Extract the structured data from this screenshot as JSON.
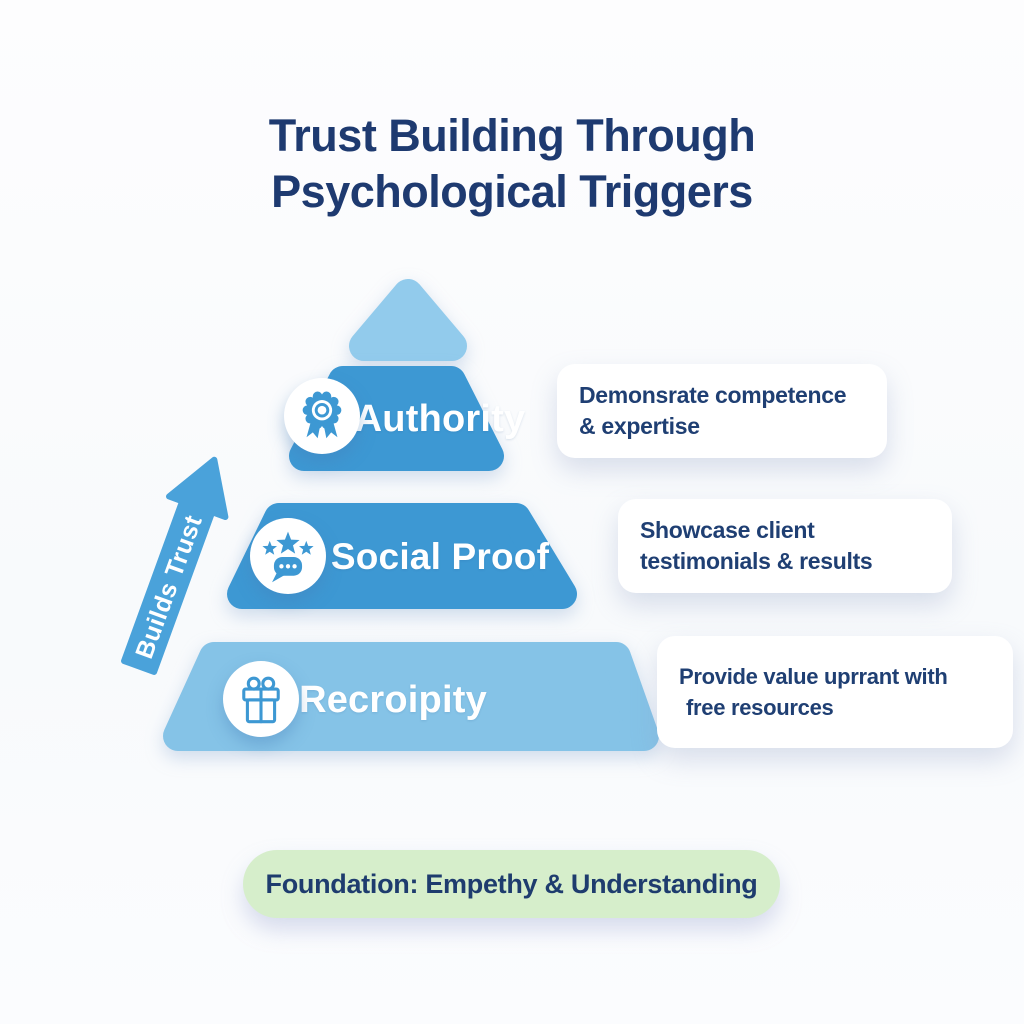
{
  "title": {
    "line1": "Trust Building Through",
    "line2": "Psychological Triggers"
  },
  "pyramid": {
    "cap_color": "#92cbec",
    "levels": [
      {
        "label": "Authority",
        "icon": "medal-icon",
        "color": "#3d98d3",
        "note": {
          "line1": "Demonsrate competence",
          "line2": "& expertise"
        }
      },
      {
        "label": "Social Proof",
        "icon": "stars-chat-icon",
        "color": "#3d98d3",
        "note": {
          "line1": "Showcase client",
          "line2": "testimonials & results"
        }
      },
      {
        "label": "Recroipity",
        "icon": "gift-icon",
        "color": "#85c3e7",
        "note": {
          "line1": "Provide value uprrant with",
          "line2": "free resources"
        }
      }
    ]
  },
  "arrow": {
    "label": "Builds Trust",
    "color": "#4aa2da"
  },
  "foundation": {
    "label": "Foundation: Empethy & Understanding",
    "bg_color": "#d6eecb",
    "text_color": "#1e3c6e"
  },
  "colors": {
    "title_text": "#1e3a70",
    "note_text": "#1f3f73",
    "icon_blue": "#3d98d3",
    "white": "#ffffff"
  }
}
